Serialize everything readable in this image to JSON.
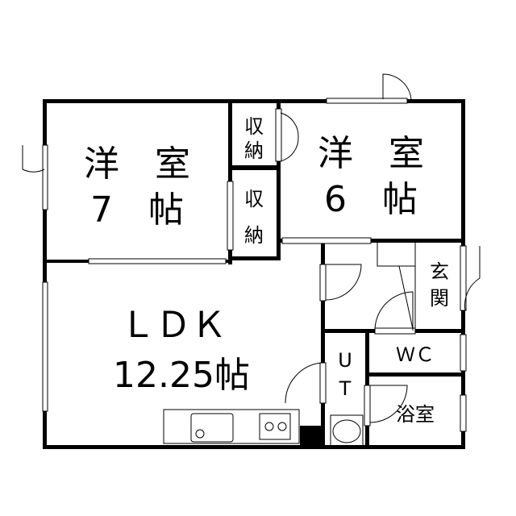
{
  "rooms": {
    "western_7": {
      "line1": "洋　室",
      "line2": "7　帖"
    },
    "western_6": {
      "line1": "洋　室",
      "line2": "6　帖"
    },
    "storage_1": {
      "line1": "収",
      "line2": "納"
    },
    "storage_2": {
      "line1": "収",
      "line2": "納"
    },
    "ldk": {
      "line1": "ＬＤＫ",
      "line2": "12.25帖"
    },
    "entrance": {
      "line1": "玄",
      "line2": "関"
    },
    "wc": {
      "label": "ＷＣ"
    },
    "ut": {
      "line1": "U",
      "line2": "T"
    },
    "bath": {
      "label": "浴室"
    }
  }
}
